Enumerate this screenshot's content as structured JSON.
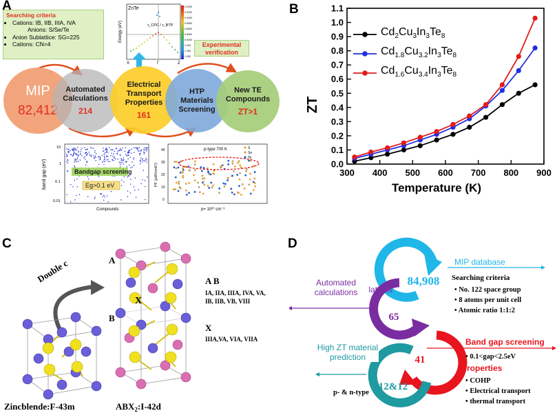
{
  "panel_a": {
    "letter": "A",
    "criteria": {
      "title": "Searching criteria",
      "items": [
        "Cations: IB, IIB, IIIA, IVA",
        "Anions: S/Se/Te",
        "Anion Sublattice:  SG=225",
        "Cations: CN=4"
      ]
    },
    "inset_band": {
      "title": "ZnTe",
      "ylabel": "Energy (eV)",
      "annotation": "τ_CPC / τ_BTP",
      "xticks": [
        "X",
        "Γ",
        "Z"
      ],
      "colorbar_values": [
        "0.2000",
        "0.3200",
        "0.4400",
        "0.5600",
        "0.6800",
        "0.8000",
        "0.9200",
        "1.040",
        "1.160",
        "1.280"
      ]
    },
    "experimental_box": "Experimental verification",
    "circles": [
      {
        "label": "MIP",
        "value": "82,412"
      },
      {
        "label": "Automated Calculations",
        "value": "214"
      },
      {
        "label": "Electrical Transport Properties",
        "value": "161"
      },
      {
        "label": "HTP Materials Screening",
        "value": ""
      },
      {
        "label": "New TE Compounds",
        "value": "ZT>1"
      }
    ],
    "bandgap_plot": {
      "ylabel": "band gap (eV)",
      "xlabel": "Compounds",
      "yticks": [
        "10",
        "1",
        "0.1",
        "0.01"
      ],
      "banner": "Bandgap screening",
      "condition": "Eg>0.1 eV"
    },
    "pf_plot": {
      "title": "p-type  700 K",
      "legend": [
        "S",
        "Se",
        "Te"
      ],
      "ylabel": "PF (μW/cmK²)",
      "xlabel": "p= 10²⁰ cm⁻³",
      "yticks": [
        "40",
        "30",
        "20",
        "10",
        "0"
      ]
    }
  },
  "panel_b": {
    "letter": "B",
    "chart_data": {
      "type": "line",
      "xlabel": "Temperature (K)",
      "ylabel": "ZT",
      "xlim": [
        300,
        900
      ],
      "ylim": [
        0,
        1.1
      ],
      "xticks": [
        300,
        400,
        500,
        600,
        700,
        800,
        900
      ],
      "yticks": [
        0.0,
        0.1,
        0.2,
        0.3,
        0.4,
        0.5,
        0.6,
        0.7,
        0.8,
        0.9,
        1.0,
        1.1
      ],
      "legend_position": "top-left",
      "series": [
        {
          "name": "Cd2Cu3In3Te8",
          "color": "#000000",
          "x": [
            323,
            373,
            423,
            473,
            523,
            573,
            623,
            673,
            723,
            773,
            823,
            873
          ],
          "y": [
            0.02,
            0.045,
            0.07,
            0.1,
            0.13,
            0.17,
            0.21,
            0.26,
            0.33,
            0.42,
            0.5,
            0.56
          ]
        },
        {
          "name": "Cd1.8Cu3.2In3Te8",
          "color": "#1f2fe0",
          "x": [
            323,
            373,
            423,
            473,
            523,
            573,
            623,
            673,
            723,
            773,
            823,
            873
          ],
          "y": [
            0.04,
            0.07,
            0.1,
            0.13,
            0.17,
            0.21,
            0.26,
            0.32,
            0.41,
            0.52,
            0.66,
            0.82
          ]
        },
        {
          "name": "Cd1.6Cu3.4In3Te8",
          "color": "#e21b1b",
          "x": [
            323,
            373,
            423,
            473,
            523,
            573,
            623,
            673,
            723,
            773,
            823,
            873
          ],
          "y": [
            0.05,
            0.085,
            0.115,
            0.15,
            0.19,
            0.23,
            0.28,
            0.34,
            0.42,
            0.56,
            0.76,
            1.03
          ]
        }
      ]
    },
    "legend_labels": [
      {
        "base": "Cd",
        "s1": "2",
        "m1": "Cu",
        "s2": "3",
        "m2": "In",
        "s3": "3",
        "m3": "Te",
        "s4": "8"
      },
      {
        "base": "Cd",
        "s1": "1.8",
        "m1": "Cu",
        "s2": "3.2",
        "m2": "In",
        "s3": "3",
        "m3": "Te",
        "s4": "8"
      },
      {
        "base": "Cd",
        "s1": "1.6",
        "m1": "Cu",
        "s2": "3.4",
        "m2": "In",
        "s3": "3",
        "m3": "Te",
        "s4": "8"
      }
    ]
  },
  "panel_c": {
    "letter": "C",
    "double_c": "Double c",
    "left_caption": "Zincblende:F-43m",
    "right_caption_pre": "ABX",
    "right_caption_sub": "2",
    "right_caption_post": ":I-42d",
    "site_a": "A",
    "site_b": "B",
    "site_x": "X",
    "ab_header": "A B",
    "ab_groups_1": "IA, IIA, IIIA, IVA, VA,",
    "ab_groups_2": "IB, IIB, VB, VIII",
    "x_header": "X",
    "x_groups": "IIIA,VA, VIA, VIIA"
  },
  "panel_d": {
    "letter": "D",
    "numbers": [
      "84,908",
      "65",
      "41",
      "12&12"
    ],
    "mip_label": "MIP  database",
    "criteria_title": "Searching criteria",
    "criteria_items": [
      "No. 122 space group",
      "8 atoms per unit cell",
      "Atomic ratio 1:1:2"
    ],
    "automated": "Automated calculations",
    "bandgap_title": "Band gap screening",
    "bandgap_item": "0.1<gap<2.5eV",
    "properties_title": "Properties",
    "properties_items": [
      "COHP",
      "Electrical transport",
      "thermal transport"
    ],
    "prediction": "High ZT material prediction",
    "pn_type": "p- & n-type",
    "colors": {
      "cyan": "#1fb6e8",
      "purple": "#7a2da0",
      "red": "#e8141e",
      "teal": "#1e9aa0"
    }
  }
}
